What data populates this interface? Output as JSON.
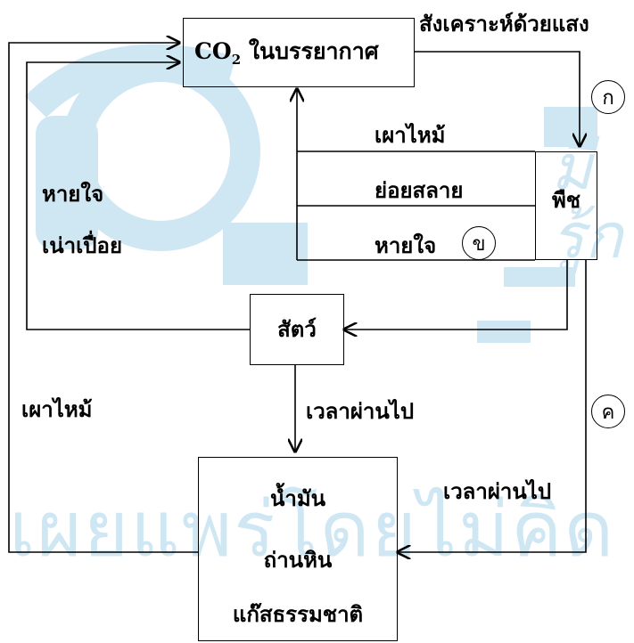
{
  "watermark": {
    "bottom_text": "เผยแพร่โดยไม่คิด",
    "side_text": "มี\nรู้ก"
  },
  "boxes": {
    "co2": "ในบรรยากาศ",
    "co2_formula_main": "CO",
    "co2_formula_sub": "2",
    "plant": "พืช",
    "animal": "สัตว์",
    "fossil_line1": "น้ำมัน",
    "fossil_line2": "ถ่านหิน",
    "fossil_line3": "แก๊สธรรมชาติ"
  },
  "processes": {
    "photosynthesis": "สังเคราะห์ด้วยแสง",
    "burning_plant": "เผาไหม้",
    "decompose": "ย่อยสลาย",
    "respire_plant": "หายใจ",
    "respire_animal": "หายใจ",
    "rot": "เน่าเปื่อย",
    "burning_fossil": "เผาไหม้",
    "time_passes_animal": "เวลาผ่านไป",
    "time_passes_plant": "เวลาผ่านไป"
  },
  "markers": {
    "a": "ก",
    "b": "ข",
    "c": "ค"
  }
}
